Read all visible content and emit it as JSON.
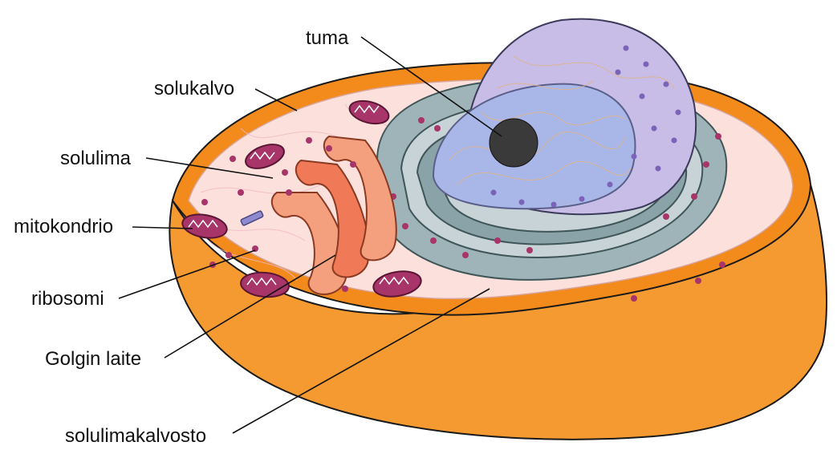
{
  "labels": {
    "tuma": "tuma",
    "solukalvo": "solukalvo",
    "solulima": "solulima",
    "mitokondrio": "mitokondrio",
    "ribosomi": "ribosomi",
    "golgin_laite": "Golgin laite",
    "solulimakalvosto": "solulimakalvosto"
  },
  "colors": {
    "membrane_outer": "#f28a1c",
    "membrane_side": "#f59a30",
    "cytoplasm": "#fbe0dc",
    "nucleus_envelope": "#c8bde6",
    "nucleus_inner": "#a9b6e8",
    "nucleolus": "#2a2a2a",
    "er": "#8aa3a8",
    "golgi": "#f07a58",
    "mitochondria": "#a8356a",
    "ribosome": "#a8356a",
    "leader_line": "#111111"
  }
}
